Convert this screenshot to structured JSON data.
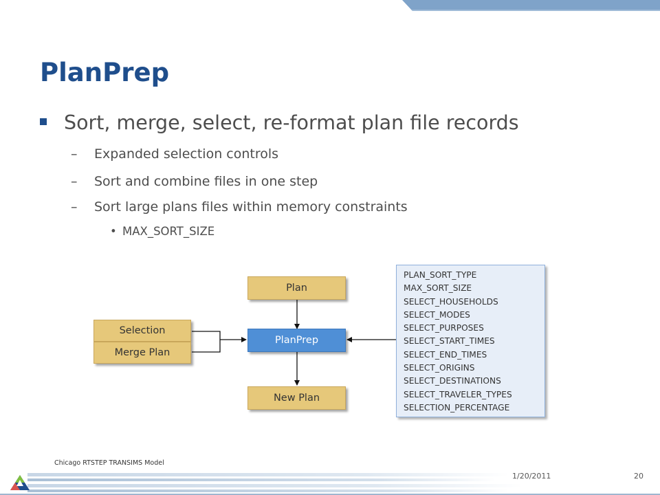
{
  "slide": {
    "title": "PlanPrep",
    "bullet": "Sort, merge, select, re-format plan file records",
    "subbullets": [
      "Expanded selection controls",
      "Sort and combine files in one step",
      "Sort large plans files within memory constraints"
    ],
    "subsubbullet": "MAX_SORT_SIZE"
  },
  "diagram": {
    "plan_input": "Plan",
    "selection_input": "Selection",
    "merge_plan_input": "Merge Plan",
    "program": "PlanPrep",
    "output": "New Plan",
    "parameters": [
      "PLAN_SORT_TYPE",
      "MAX_SORT_SIZE",
      "SELECT_HOUSEHOLDS",
      "SELECT_MODES",
      "SELECT_PURPOSES",
      "SELECT_START_TIMES",
      "SELECT_END_TIMES",
      "SELECT_ORIGINS",
      "SELECT_DESTINATIONS",
      "SELECT_TRAVELER_TYPES",
      "SELECTION_PERCENTAGE"
    ]
  },
  "footer": {
    "title": "Chicago RTSTEP TRANSIMS Model",
    "date": "1/20/2011",
    "page": "20"
  },
  "colors": {
    "title": "#1f4e8c",
    "text": "#4d4d4d",
    "box_tan": "#e6c87a",
    "box_blue": "#4f8fd6",
    "param_bg": "#e7eef8",
    "band": "#7fa3c9"
  },
  "icons": {
    "bullet": "square-bullet",
    "logo": "triangle-logo"
  }
}
